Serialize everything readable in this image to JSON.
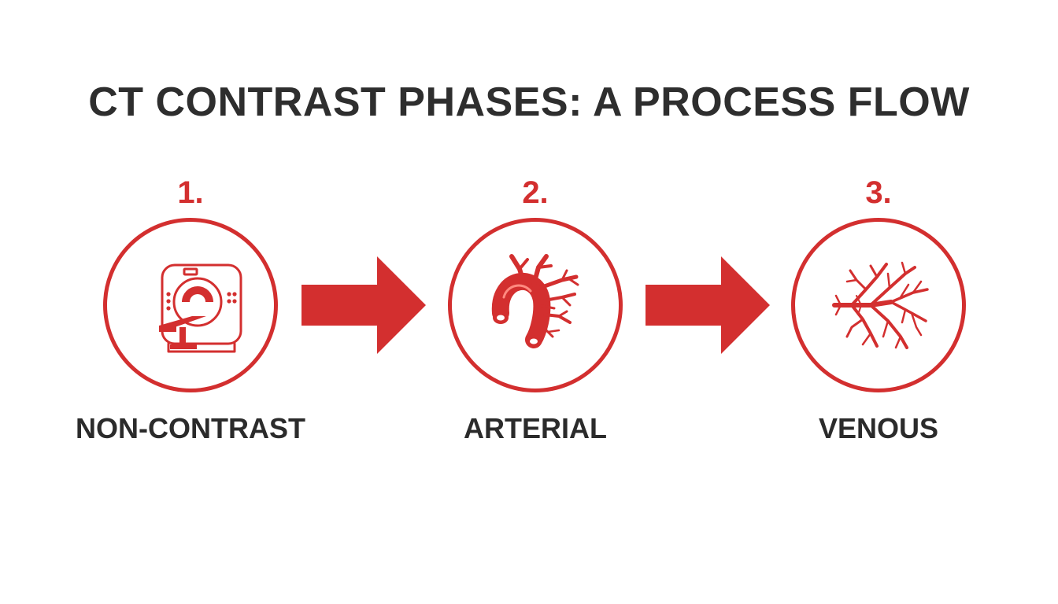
{
  "title": "CT CONTRAST PHASES: A PROCESS FLOW",
  "accent_color": "#d32f2f",
  "steps": [
    {
      "number": "1.",
      "label": "NON-CONTRAST",
      "icon": "ct-scanner-icon"
    },
    {
      "number": "2.",
      "label": "ARTERIAL",
      "icon": "aorta-arteries-icon"
    },
    {
      "number": "3.",
      "label": "VENOUS",
      "icon": "venous-network-icon"
    }
  ]
}
